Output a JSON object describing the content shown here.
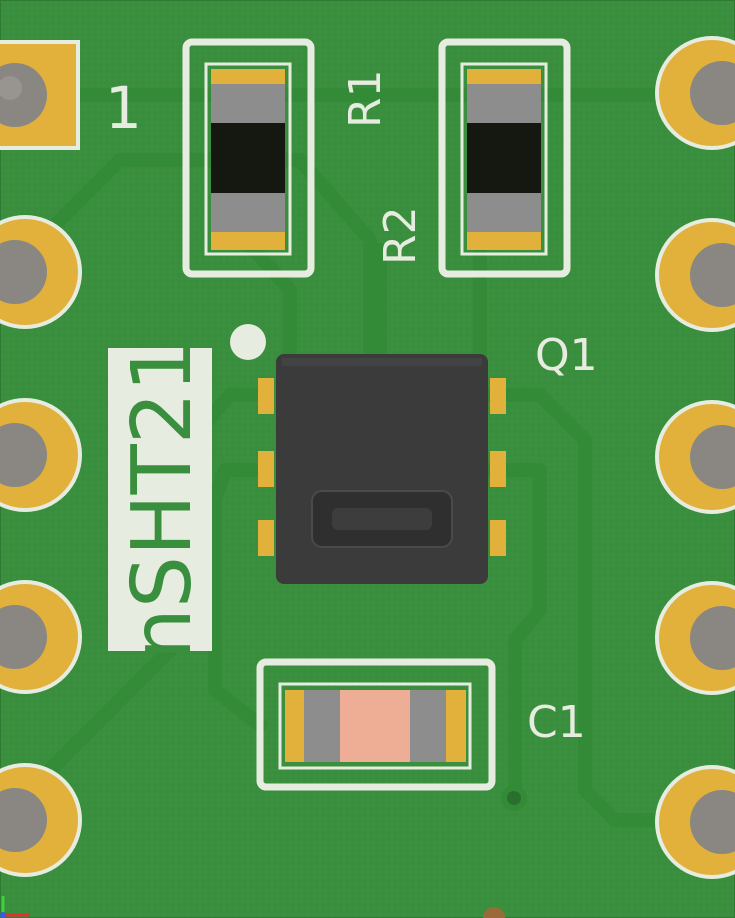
{
  "board": {
    "name": "nSHT21",
    "pin1_marker": "1",
    "colors": {
      "soldermask": "#3a8f3e",
      "trace": "#338a37",
      "silkscreen": "#e6ecdf",
      "copper": "#e2b13c",
      "hole": "#8a8682",
      "ic_body": "#3b3b3b",
      "resistor_body": "#141811",
      "capacitor_body": "#eeae96"
    }
  },
  "components": {
    "r1": {
      "designator": "R1"
    },
    "r2": {
      "designator": "R2"
    },
    "q1": {
      "designator": "Q1"
    },
    "c1": {
      "designator": "C1"
    }
  },
  "pins": {
    "left": [
      "pin-1",
      "pin-2",
      "pin-3",
      "pin-4",
      "pin-5"
    ],
    "right": [
      "pin-6",
      "pin-7",
      "pin-8",
      "pin-9",
      "pin-10"
    ]
  }
}
